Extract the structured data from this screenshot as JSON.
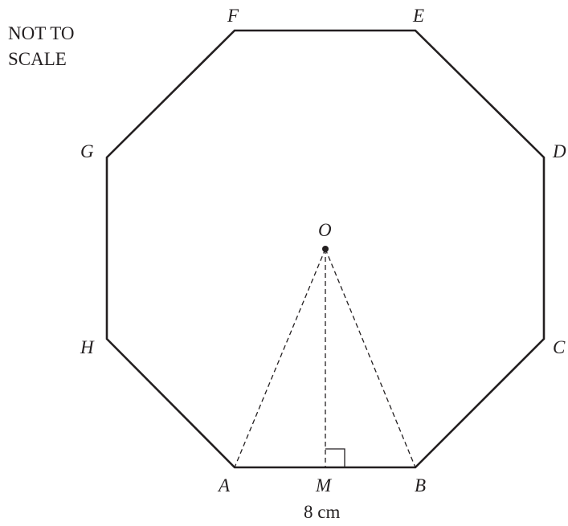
{
  "scale_note": {
    "line1": "NOT TO",
    "line2": "SCALE"
  },
  "vertices": {
    "A": "A",
    "B": "B",
    "C": "C",
    "D": "D",
    "E": "E",
    "F": "F",
    "G": "G",
    "H": "H"
  },
  "center": "O",
  "midpoint": "M",
  "side_length": "8 cm",
  "colors": {
    "ink": "#231f20",
    "background": "#ffffff"
  }
}
